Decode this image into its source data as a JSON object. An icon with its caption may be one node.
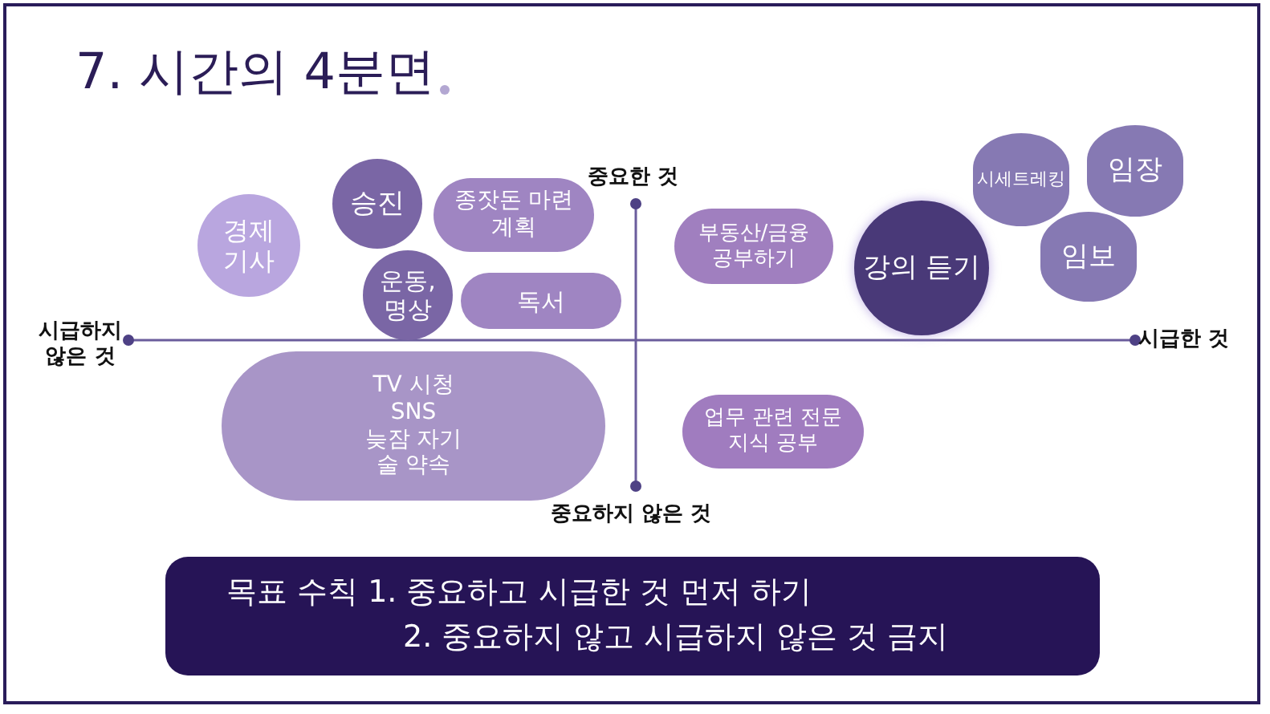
{
  "diagram": {
    "title": "7. 시간의 4분면",
    "nodes": [
      {
        "text": [
          "승진"
        ]
      },
      {
        "text": [
          "시세트레킹"
        ]
      },
      {
        "text": [
          "임장"
        ]
      },
      {
        "text": [
          "종잣돈 마련 계획"
        ]
      },
      {
        "text": [
          "경제 기사"
        ]
      },
      {
        "text": [
          "부동산/금융 공부하기"
        ]
      },
      {
        "text": [
          "강의 듣기"
        ]
      },
      {
        "text": [
          "임보"
        ]
      },
      {
        "text": [
          "운동, 명상"
        ]
      },
      {
        "text": [
          "독서"
        ]
      },
      {
        "text": [
          "TV 시청",
          "SNS",
          "늦잠 자기",
          "술 약속"
        ]
      },
      {
        "text": [
          "업무 관련 전문 지식 공부"
        ]
      },
      {
        "text": [
          "목표 수칙 1. 중요하고 시급한 것 먼저 하기",
          "2. 중요하지 않고 시급하지 않은 것 금지"
        ]
      }
    ],
    "labels": [
      "중요한 것",
      "시급하지 않은 것",
      "시급한 것",
      "중요하지 않은 것"
    ]
  }
}
